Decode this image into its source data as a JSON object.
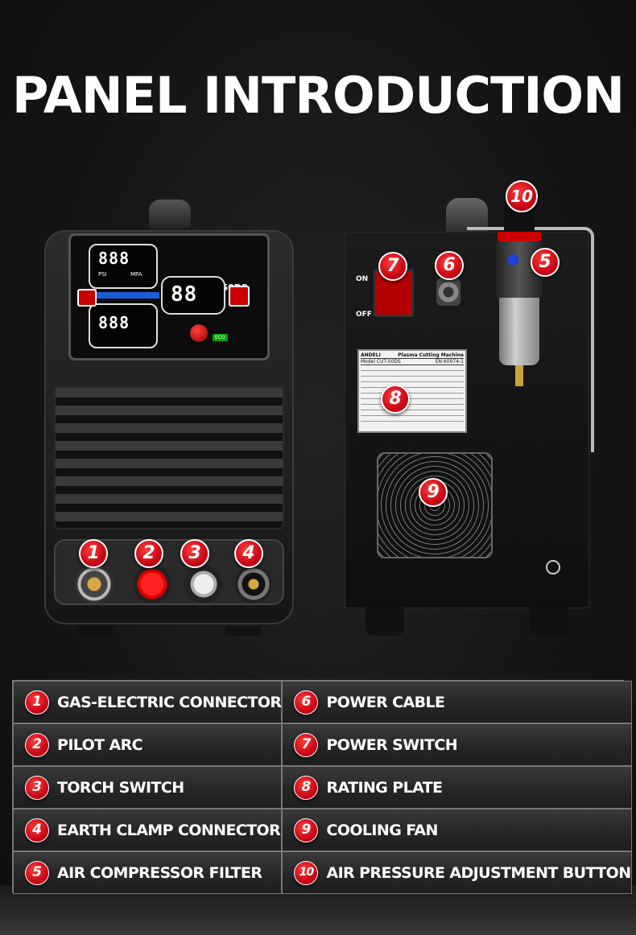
{
  "title": "PANEL INTRODUCTION",
  "front_panel": {
    "model_label": "CUT-50DS",
    "display_top": "888",
    "display_mid": "88",
    "display_bottom": "888",
    "psi_label": "PSI",
    "mpa_label": "MPA",
    "eco_label": "ECO"
  },
  "rating_plate": {
    "brand": "ANDELI",
    "product": "Plasma Cutting Machine",
    "model": "Model CUT-50DS",
    "standard": "EN 60974-1"
  },
  "rear_labels": {
    "on": "ON",
    "off": "OFF"
  },
  "callouts": [
    "1",
    "2",
    "3",
    "4",
    "5",
    "6",
    "7",
    "8",
    "9",
    "10"
  ],
  "legend": [
    {
      "num": "1",
      "label": "GAS-ELECTRIC CONNECTOR"
    },
    {
      "num": "6",
      "label": "POWER CABLE"
    },
    {
      "num": "2",
      "label": "PILOT ARC"
    },
    {
      "num": "7",
      "label": "POWER SWITCH"
    },
    {
      "num": "3",
      "label": "TORCH SWITCH"
    },
    {
      "num": "8",
      "label": "RATING PLATE"
    },
    {
      "num": "4",
      "label": "EARTH CLAMP CONNECTOR"
    },
    {
      "num": "9",
      "label": "COOLING FAN"
    },
    {
      "num": "5",
      "label": "AIR COMPRESSOR FILTER"
    },
    {
      "num": "10",
      "label": "AIR PRESSURE ADJUSTMENT BUTTON"
    }
  ],
  "colors": {
    "badge": "#d0001a",
    "background": "#141414",
    "switch": "#b40000"
  }
}
